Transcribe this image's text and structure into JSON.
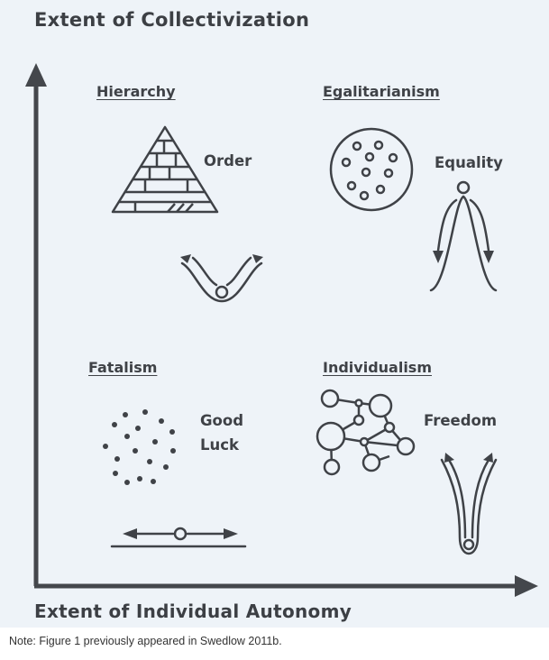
{
  "title": "Extent of Collectivization",
  "x_axis_label": "Extent of Individual Autonomy",
  "quadrants": {
    "hierarchy": {
      "title": "Hierarchy",
      "value": "Order"
    },
    "egalitarianism": {
      "title": "Egalitarianism",
      "value": "Equality"
    },
    "fatalism": {
      "title": "Fatalism",
      "value_line1": "Good",
      "value_line2": "Luck"
    },
    "individualism": {
      "title": "Individualism",
      "value": "Freedom"
    }
  },
  "caption": "Note: Figure 1 previously appeared in Swedlow 2011b.",
  "colors": {
    "ink": "#3f4247",
    "background": "#eef3f8"
  }
}
